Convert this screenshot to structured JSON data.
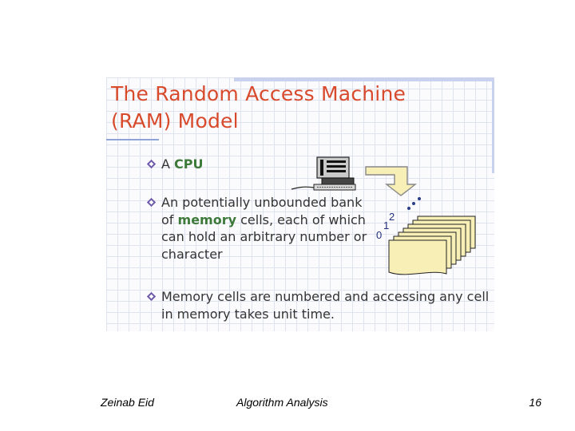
{
  "slide": {
    "title_line1": "The Random Access Machine",
    "title_line2": "(RAM) Model",
    "bullets": [
      {
        "prefix": "A ",
        "highlight": "CPU",
        "suffix": ""
      },
      {
        "prefix": "An potentially unbounded bank of ",
        "highlight": "memory",
        "suffix": " cells, each of which can hold an arbitrary number or character"
      },
      {
        "prefix": "Memory cells are numbered and accessing any cell in memory takes unit time.",
        "highlight": "",
        "suffix": ""
      }
    ],
    "memory_labels": [
      "0",
      "1",
      "2"
    ]
  },
  "colors": {
    "title": "#d84a2c",
    "highlight": "#3d7a3a",
    "grid": "#dfe3f0",
    "memory_fill": "#f7efb6"
  },
  "footer": {
    "author": "Zeinab Eid",
    "course": "Algorithm Analysis",
    "page": "16"
  }
}
